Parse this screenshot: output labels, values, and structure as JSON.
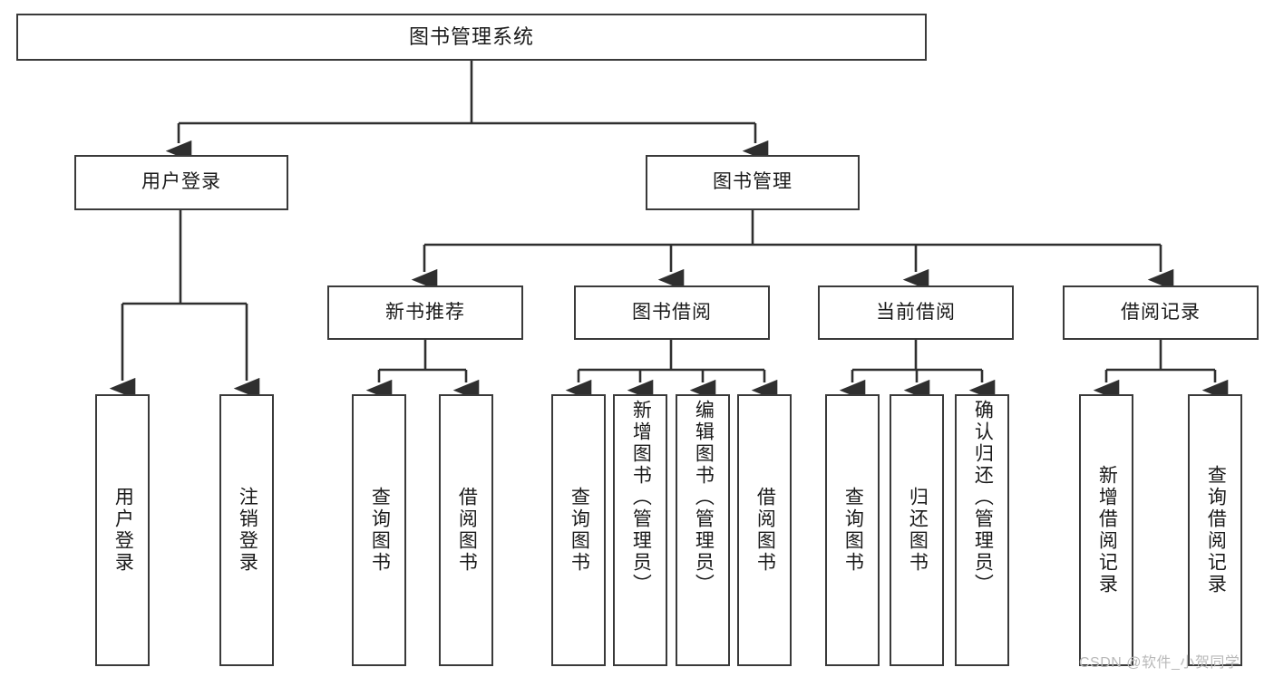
{
  "diagram": {
    "title": "图书管理系统",
    "type": "tree-hierarchy-diagram",
    "colors": {
      "box_border": "#3a3a3a",
      "box_fill": "#ffffff",
      "edge": "#3a3a3a",
      "background": "#ffffff",
      "watermark": "#b9b9b9"
    },
    "root": {
      "label": "图书管理系统"
    },
    "level2": [
      {
        "label": "用户登录"
      },
      {
        "label": "图书管理"
      }
    ],
    "level3": [
      {
        "label": "新书推荐"
      },
      {
        "label": "图书借阅"
      },
      {
        "label": "当前借阅"
      },
      {
        "label": "借阅记录"
      }
    ],
    "leaves": {
      "user_login": [
        {
          "label": "用户登录"
        },
        {
          "label": "注销登录"
        }
      ],
      "new_book_recommend": [
        {
          "label": "查询图书"
        },
        {
          "label": "借阅图书"
        }
      ],
      "book_borrow": [
        {
          "label": "查询图书"
        },
        {
          "label": "新增图书（管理员）"
        },
        {
          "label": "编辑图书（管理员）"
        },
        {
          "label": "借阅图书"
        }
      ],
      "current_borrow": [
        {
          "label": "查询图书"
        },
        {
          "label": "归还图书"
        },
        {
          "label": "确认归还（管理员）"
        }
      ],
      "borrow_record": [
        {
          "label": "新增借阅记录"
        },
        {
          "label": "查询借阅记录"
        }
      ]
    }
  },
  "watermark": {
    "text": "CSDN @软件_小贺同学"
  }
}
